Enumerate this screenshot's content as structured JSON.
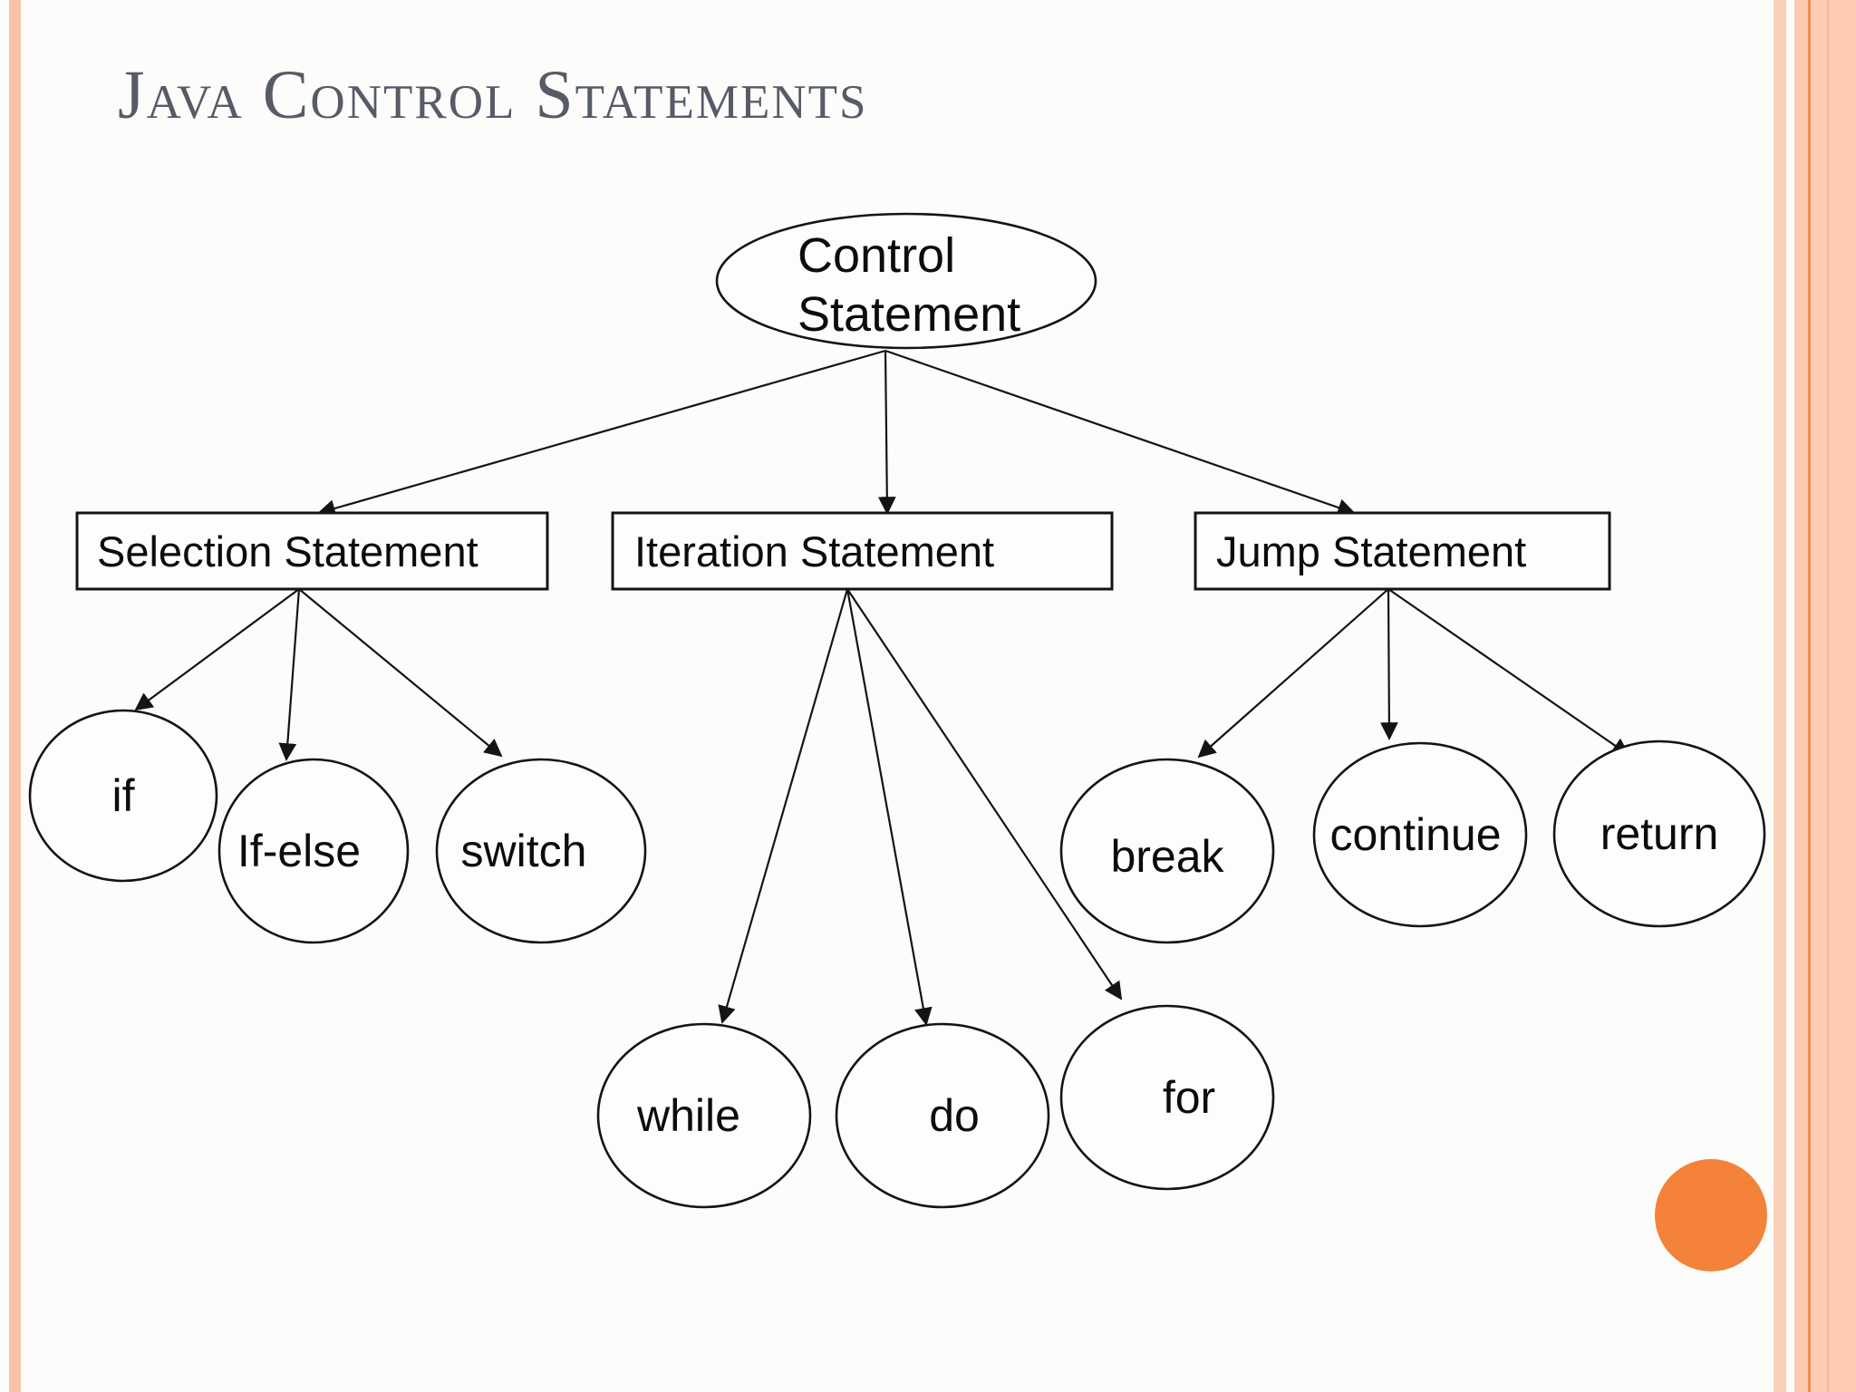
{
  "slide": {
    "title": "Java Control Statements"
  },
  "diagram": {
    "root": {
      "label_line1": "Control",
      "label_line2": "Statement"
    },
    "branches": [
      {
        "label": "Selection Statement",
        "children": [
          "if",
          "If-else",
          "switch"
        ]
      },
      {
        "label": "Iteration Statement",
        "children": [
          "while",
          "do",
          "for"
        ]
      },
      {
        "label": "Jump Statement",
        "children": [
          "break",
          "continue",
          "return"
        ]
      }
    ]
  },
  "decor": {
    "accent_circle_color": "#f5823b",
    "side_stripe_color": "#fbc7ae",
    "stripe_accent_line_color": "#ee8e55",
    "title_color": "#565b67",
    "ink_color": "#141414",
    "background_color": "#fcfdfa"
  }
}
